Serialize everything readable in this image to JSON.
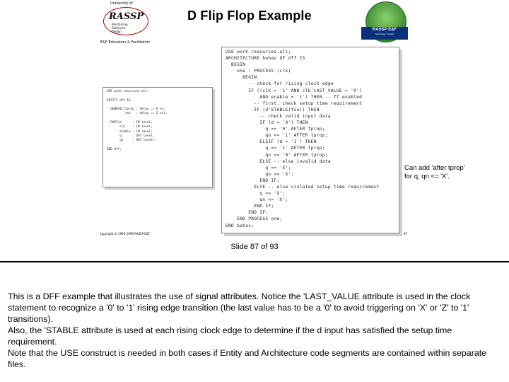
{
  "slide": {
    "title": "D Flip Flop Example",
    "logo_left": {
      "top_text": "University of",
      "main_text": "RASSP",
      "sub_lines": [
        "Reinforcing",
        "Electronic",
        "Design"
      ],
      "bottom_text": "E&F Education & Facilitation"
    },
    "edu_label": "E&F Education & Facilitation",
    "logo_right": {
      "banner_main": "RASSP E&F",
      "banner_sub": "Technology Transfer"
    },
    "code_small": "USE work.resources.all;\n\nENTITY dff IS\n\n  GENERIC(tprop : delay := 8 ns;\n          tsu   : delay := 2 ns);\n\n  PORT(d      : IN level;\n       clk    : IN level;\n       enable : IN level;\n       q      : OUT level;\n       qn     : OUT level);\n\nEND dff;",
    "code_big": "USE work.resources.all;\nARCHITECTURE behav OF dff IS\n  BEGIN\n    one : PROCESS (clk)\n      BEGIN\n        -- check for rising clock edge\n        IF ((clk = '1' AND clk'LAST_VALUE = '0')\n            AND enable = '1') THEN -- ff enabled\n          -- first, check setup time requirement\n          IF (d'STABLE(tsu)) THEN\n            -- check valid input data\n            IF (d = '0') THEN\n              q <= '0' AFTER tprop;\n              qn <= '1' AFTER tprop;\n            ELSIF (d = '1') THEN\n              q <= '1' AFTER tprop;\n              qn <= '0' AFTER tprop;\n            ELSE -- else invalid data\n              q <= 'X';\n              qn <= 'X';\n            END IF;\n          ELSE -- else violated setup time requirement\n            q <= 'X';\n            qn <= 'X';\n          END IF;\n        END IF;\n    END PROCESS one;\nEND behav;",
    "note": "Can add 'after tprop'\nfor q, qn <= 'X'.",
    "copyright": "Copyright © 1995-1999 RASSP E&F",
    "page_number": "87"
  },
  "slide_counter": "Slide 87 of 93",
  "speaker_notes": [
    "This is a DFF example that illustrates the use of signal attributes. Notice the 'LAST_VALUE attribute is used in the clock statement to recognize a '0' to '1' rising edge transition (the last value has to be a '0' to avoid triggering on 'X' or 'Z' to '1' transitions).",
    "Also, the 'STABLE attribute is used at each rising clock edge to determine if the d input has satisfied the setup time requirement.",
    "Note that the USE construct is needed in both cases if Entity and Architecture code segments are contained within separate files."
  ]
}
